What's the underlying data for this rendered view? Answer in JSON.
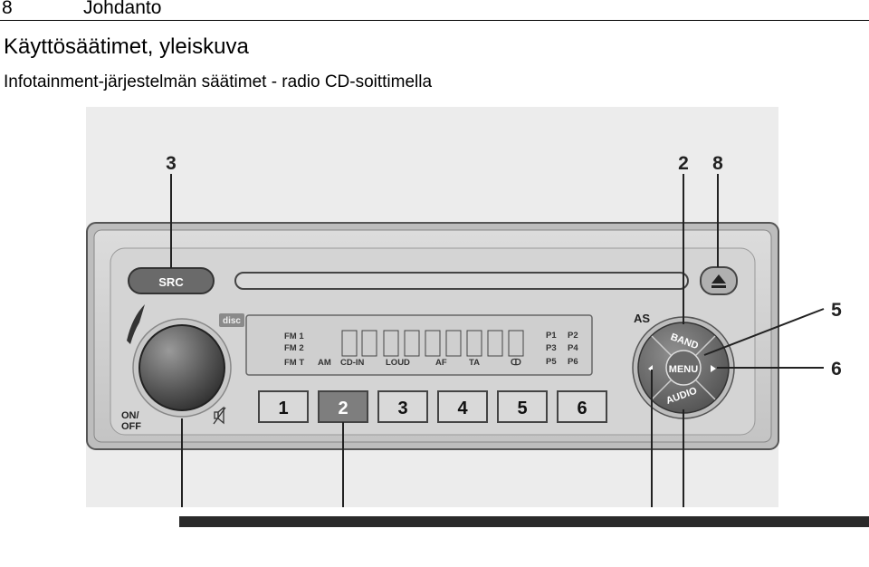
{
  "header": {
    "page_number": "8",
    "chapter": "Johdanto"
  },
  "section_title": "Käyttösäätimet, yleiskuva",
  "figure_caption": "Infotainment-järjestelmän säätimet - radio CD-soittimella",
  "figure": {
    "callouts": [
      "3",
      "2",
      "8",
      "5",
      "6"
    ],
    "buttons": {
      "src": "SRC",
      "as": "AS",
      "band": "BAND",
      "menu": "MENU",
      "audio": "AUDIO",
      "on_off": [
        "ON/",
        "OFF"
      ],
      "disc_logo": "disc"
    },
    "presets": [
      "1",
      "2",
      "3",
      "4",
      "5",
      "6"
    ],
    "display": {
      "row1_left": "FM 1",
      "row2_left": "FM 2",
      "row3": [
        "FM T",
        "AM",
        "CD-IN",
        "LOUD",
        "AF",
        "TA",
        "ↀ"
      ],
      "presets_right": [
        "P1",
        "P2",
        "P3",
        "P4",
        "P5",
        "P6"
      ]
    }
  }
}
